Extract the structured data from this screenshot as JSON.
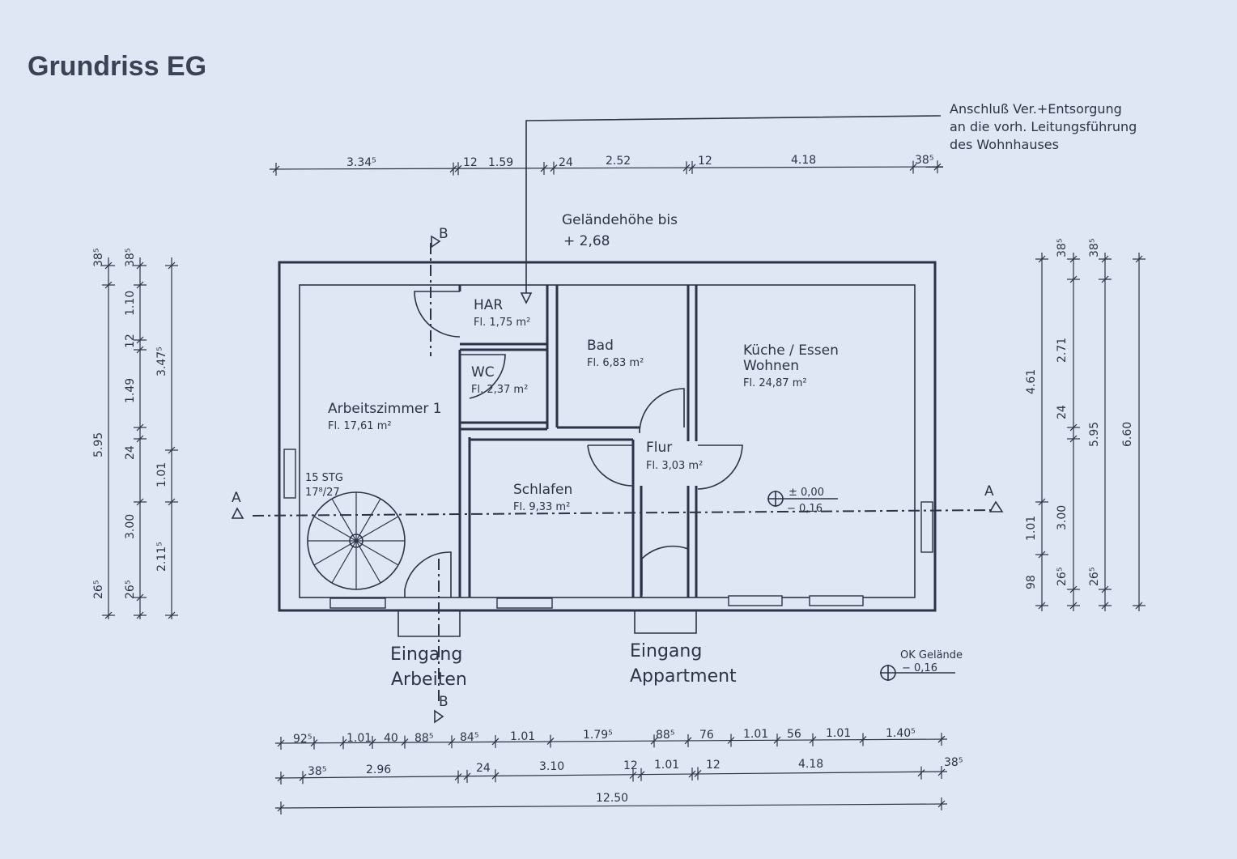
{
  "title": "Grundriss EG",
  "note_supply": [
    "Anschluß Ver.+Entsorgung",
    "an die vorh. Leitungsführung",
    "des Wohnhauses"
  ],
  "terrain": [
    "Geländehöhe bis",
    "+ 2,68"
  ],
  "rooms": {
    "har": {
      "name": "HAR",
      "area": "Fl. 1,75 m²"
    },
    "wc": {
      "name": "WC",
      "area": "Fl. 2,37 m²"
    },
    "bad": {
      "name": "Bad",
      "area": "Fl. 6,83 m²"
    },
    "kueche": {
      "name": "Küche / Essen",
      "name2": "Wohnen",
      "area": "Fl. 24,87 m²"
    },
    "arbeit": {
      "name": "Arbeitszimmer 1",
      "area": "Fl. 17,61 m²"
    },
    "flur": {
      "name": "Flur",
      "area": "Fl. 3,03 m²"
    },
    "schlafen": {
      "name": "Schlafen",
      "area": "Fl. 9,33 m²"
    }
  },
  "stairs": [
    "15 STG",
    "17⁸/27"
  ],
  "level": [
    "± 0,00",
    "− 0,16"
  ],
  "entrances": {
    "arbeiten": [
      "Eingang",
      "Arbeiten"
    ],
    "appartment": [
      "Eingang",
      "Appartment"
    ]
  },
  "ok_gelaende": [
    "OK Gelände",
    "− 0,16"
  ],
  "section": {
    "a": "A",
    "b": "B"
  },
  "dims_top": [
    "3.34⁵",
    "12",
    "1.59",
    "24",
    "2.52",
    "12",
    "4.18",
    "38⁵"
  ],
  "dims_bottom1": [
    "92⁵",
    "1.01",
    "40",
    "88⁵",
    "84⁵",
    "1.01",
    "1.79⁵",
    "88⁵",
    "76",
    "1.01",
    "56",
    "1.01",
    "1.40⁵"
  ],
  "dims_bottom2": [
    "38⁵",
    "2.96",
    "24",
    "3.10",
    "12",
    "1.01",
    "12",
    "4.18",
    "38⁵"
  ],
  "dims_bottom3": [
    "12.50"
  ],
  "dims_left1": [
    "38⁵",
    "5.95",
    "26⁵"
  ],
  "dims_left2": [
    "38⁵",
    "1.10",
    "12",
    "1.49",
    "24",
    "3.00",
    "26⁵"
  ],
  "dims_left3": [
    "3.47⁵",
    "1.01",
    "2.11⁵"
  ],
  "dims_right1": [
    "4.61",
    "1.01",
    "98"
  ],
  "dims_right2": [
    "38⁵",
    "2.71",
    "24",
    "3.00",
    "26⁵"
  ],
  "dims_right3": [
    "38⁵",
    "5.95",
    "26⁵"
  ],
  "dims_right4": [
    "6.60"
  ]
}
